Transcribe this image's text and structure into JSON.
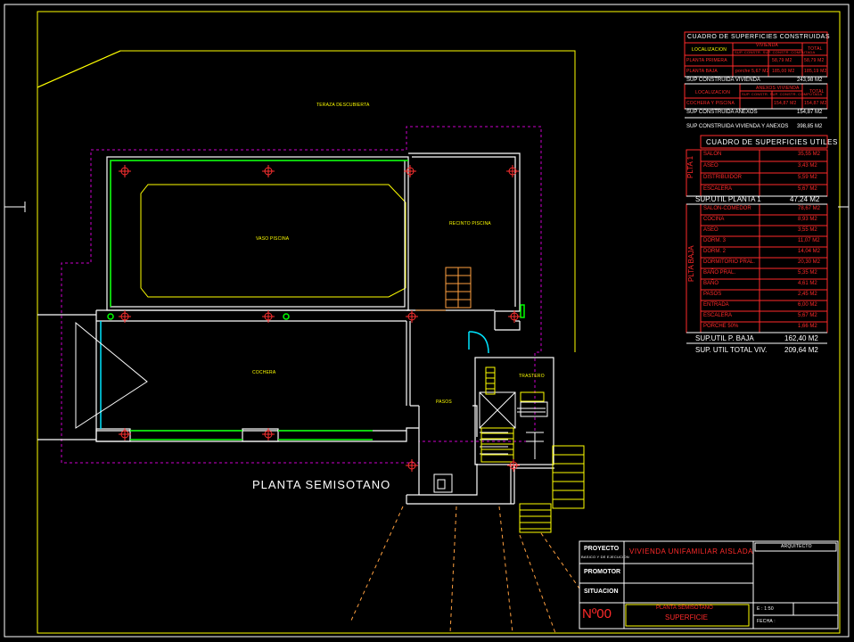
{
  "plan_title": "PLANTA SEMISOTANO",
  "rooms": {
    "terraza": "TERAZA DESCUBIERTA",
    "vaso": "VASO PISCINA",
    "recinto": "RECINTO PISCINA",
    "cochera": "COCHERA",
    "trastero": "TRASTERO",
    "pasos": "PASOS"
  },
  "construidas": {
    "title": "CUADRO DE SUPERFICIES CONSTRUIDAS",
    "head": {
      "loc": "LOCALIZACION",
      "viv": "VIVIENDA",
      "viv_sub": "SUP. CONSTR. SUP. CONSTR. COMPUTADA",
      "total": "TOTAL"
    },
    "rows": [
      {
        "loc": "PLANTA PRIMERA",
        "a": "",
        "b": "58,79 M2",
        "total": "58,79 M2"
      },
      {
        "loc": "PLANTA BAJA",
        "a": "porche 5,67 M2",
        "b": "185,00 M2",
        "total": "185,19 M2"
      }
    ],
    "sup_viv_label": "SUP CONSTRUIDA VIVIENDA",
    "sup_viv": "243,98 M2",
    "anexos_head": {
      "loc": "LOCALIZACION",
      "anex": "ANEXOS VIVIENDA",
      "anex_sub": "SUP. CONSTR. SUP. CONSTR. COMPUTADA",
      "total": "TOTAL"
    },
    "anexos_rows": [
      {
        "loc": "COCHERA Y PISCINA",
        "a": "",
        "b": "154,87 M2",
        "total": "154,87 M2"
      }
    ],
    "sup_anexos_label": "SUP CONSTRUIDA ANEXOS",
    "sup_anexos": "154,87 M2",
    "sup_total_label": "SUP CONSTRUIDA VIVIENDA Y ANEXOS",
    "sup_total": "398,85 M2"
  },
  "utiles": {
    "title": "CUADRO DE SUPERFICIES UTILES",
    "p1_label": "PLTA 1",
    "p1_rows": [
      {
        "name": "SALON",
        "val": "35,55 M2"
      },
      {
        "name": "ASEO",
        "val": "3,43 M2"
      },
      {
        "name": "DISTRIBUIDOR",
        "val": "5,59 M2"
      },
      {
        "name": "ESCALERA",
        "val": "5,67 M2"
      }
    ],
    "p1_total_label": "SUP.UTIL PLANTA 1",
    "p1_total": "47,24 M2",
    "pb_label": "PLTA BAJA",
    "pb_rows": [
      {
        "name": "SALON-COMEDOR",
        "val": "78,67 M2"
      },
      {
        "name": "COCINA",
        "val": "8,93 M2"
      },
      {
        "name": "ASEO",
        "val": "3,55 M2"
      },
      {
        "name": "DORM. 3",
        "val": "11,07 M2"
      },
      {
        "name": "DORM. 2",
        "val": "14,04 M2"
      },
      {
        "name": "DORMITORIO PRAL.",
        "val": "20,30 M2"
      },
      {
        "name": "BAÑO PRAL.",
        "val": "5,35 M2"
      },
      {
        "name": "BAÑO",
        "val": "4,61 M2"
      },
      {
        "name": "PASOS",
        "val": "2,45 M2"
      },
      {
        "name": "ENTRADA",
        "val": "6,00 M2"
      },
      {
        "name": "ESCALERA",
        "val": "5,67 M2"
      },
      {
        "name": "PORCHE 50%",
        "val": "1,66 M2"
      }
    ],
    "pb_total_label": "SUP.UTIL P. BAJA",
    "pb_total": "162,40 M2",
    "grand_label": "SUP. UTIL TOTAL VIV.",
    "grand_total": "209,64 M2"
  },
  "cartouche": {
    "proyecto_label": "PROYECTO",
    "proyecto_sub": "BASICO Y DE EJECUCION",
    "proyecto_value": "VIVIENDA UNIFAMILIAR AISLADA",
    "promotor_label": "PROMOTOR",
    "situacion_label": "SITUACION",
    "arquitecto_label": "ARQUITECTO",
    "numero": "Nº00",
    "plano_line1": "PLANTA SEMISOTANO",
    "plano_line2": "SUPERFICIE",
    "escala": "E : 1:50",
    "fecha": "FECHA :"
  },
  "colors": {
    "wall": "#ffffff",
    "yellow_line": "#ffff00",
    "magenta": "#cc00cc",
    "green": "#00ff00",
    "cyan": "#00e5ff",
    "orange": "#ffa040",
    "red_axis": "#ff3030",
    "table_red": "#ff2a2a"
  }
}
